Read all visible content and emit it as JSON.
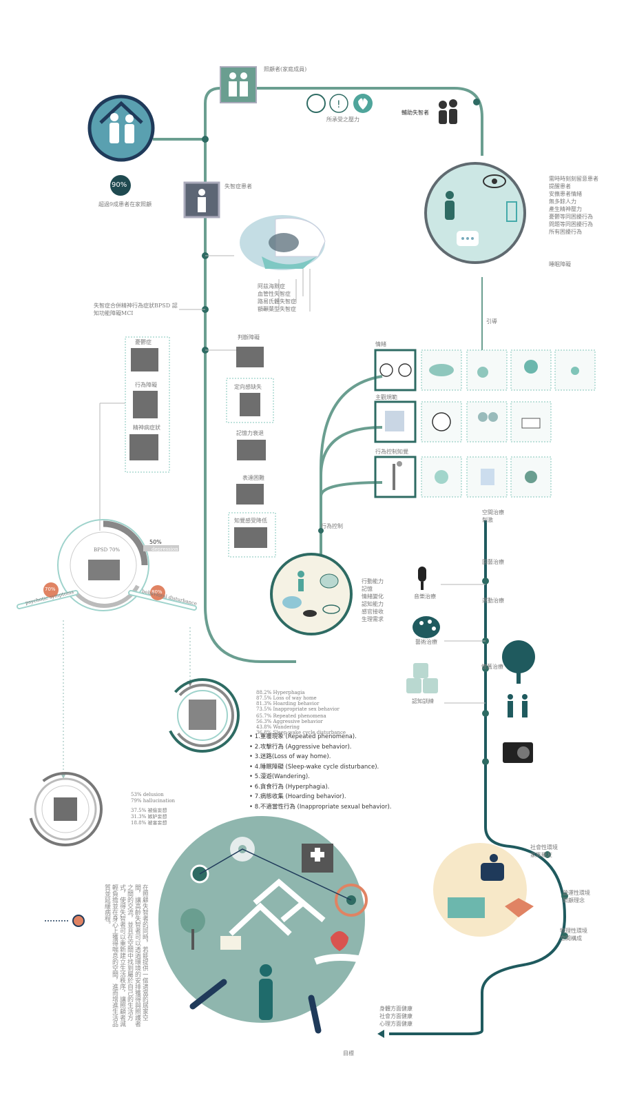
{
  "labels": {
    "caregiver": "照顧者(家庭成員)",
    "stress": "所承受之壓力",
    "assist": "輔助失智者",
    "patient": "失智症患者",
    "ninety": "90%",
    "ninety_caption": "超過9成患者在家照顧",
    "bpsd_note": "失智症合併精神行為症狀BPSD 認知功能障礙MCI",
    "guide": "引導",
    "sleep": "睡眠障礙",
    "behavior_control": "行為控制",
    "mood": "情緒",
    "regular": "主觀規範",
    "perceived_control": "行為控制知覺",
    "goal": "目標",
    "bpsd_pct": "BPSD 70%",
    "fifty": "50%",
    "seventy": "70%",
    "eighty": "80%",
    "depression": "depression",
    "psychotic": "psychotic symptoms",
    "behavioral": "behavioral disturbance"
  },
  "dementia_types": [
    "阿茲海默症",
    "血管性失智症",
    "路易氏體失智症",
    "額顳葉型失智症"
  ],
  "caregiver_tasks": [
    "需時時刻刻留意患者",
    "提醒患者",
    "安撫患者情緒",
    "無多餘人力",
    "產生精神壓力",
    "憂鬱等同困擾行為",
    "問題等同困擾行為",
    "所有困擾行為"
  ],
  "symptoms_left": [
    "憂鬱症",
    "行為障礙",
    "精神病症狀"
  ],
  "symptoms_mid": [
    "判斷障礙",
    "定向感缺失",
    "記憶力衰退",
    "表達困難",
    "知覺感受降低"
  ],
  "abilities": [
    "行動能力",
    "記憶",
    "情緒變化",
    "認知能力",
    "感官接收",
    "生理需求"
  ],
  "therapies": {
    "space": "空間治療 刺激",
    "garden": "園藝治療",
    "sport": "運動治療",
    "music": "音樂治療",
    "art": "藝術治療",
    "reminiscence": "懷舊治療",
    "cognitive": "認知訓練"
  },
  "environment": [
    "社會性環境 家族親友",
    "營運性環境 照顧理念",
    "物理性環境 空間構成"
  ],
  "health_goal": [
    "身體方面健康",
    "社會方面健康",
    "心理方面健康"
  ],
  "behavior_list": [
    "1.重覆現象 (Repeated phenomena).",
    "2.攻擊行為 (Aggressive behavior).",
    "3.迷路(Loss of way home).",
    "4.睡眠障礙 (Sleep-wake cycle disturbance).",
    "5.漫遊(Wandering).",
    "6.貪食行為 (Hyperphagia).",
    "7.病態收集 (Hoarding behavior).",
    "8.不適當性行為 (Inappropriate sexual behavior)."
  ],
  "stat_lines_a": [
    "88.2% Hyperphagia",
    "87.5% Loss of way home",
    "81.3% Hoarding behavior",
    "73.5% Inappropriate sex behavior"
  ],
  "stat_lines_b": [
    "65.7% Repeated phenomena",
    "56.3% Aggressive behavior",
    "43.8% Wandering",
    "36.8% Sleep-wake cycle disturbance"
  ],
  "stat_lines_c": [
    "53% delusion",
    "79% hallucination"
  ],
  "stat_lines_d": [
    "37.5% 被偷妄想",
    "31.3% 嫉妒妄想",
    "18.8% 被害妄想"
  ],
  "long_text": "在照顧失智者的同時，若能提供一個適當的居家空間，讓高齡失智者可以透過環境的安排獲得與照護者之間的交流，並且在空間中找到屬於自己的生活方式，使得失智者可以重新建立生活秩序，讓照顧者減輕負擔並在身心上獲得喘息的空間，進而增進生活品質並延緩病程。",
  "colors": {
    "teal": "#5f9a8a",
    "tealDark": "#2e6b63",
    "mint": "#a8d5cf",
    "navy": "#1f3a5a",
    "coral": "#e08363",
    "cream": "#f7e8c8"
  }
}
